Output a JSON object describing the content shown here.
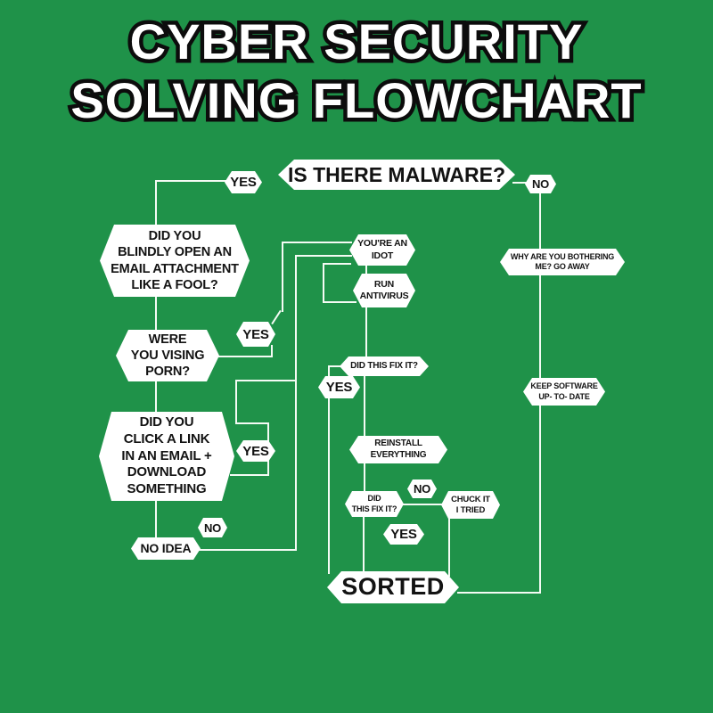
{
  "colors": {
    "background": "#1f9249",
    "line": "#f4fbf4",
    "node_fill": "#ffffff",
    "node_text": "#131313",
    "title_fill": "#ffffff",
    "title_outline": "#0c0c0c"
  },
  "title": {
    "line1": "CYBER SECURITY",
    "line2": "SOLVING FLOWCHART"
  },
  "flowchart": {
    "nodes": {
      "is_there_malware": "IS THERE MALWARE?",
      "blindly_open": "DID YOU\nBLINDLY OPEN AN\nEMAIL ATTACHMENT\nLIKE A FOOL?",
      "youre_an_idot": "YOU'RE AN\nIDOT",
      "run_antivirus": "RUN\nANTIVIRUS",
      "why_bothering": "WHY ARE YOU BOTHERING\nME? GO AWAY",
      "were_you_vising_porn": "WERE\nYOU VISING\nPORN?",
      "did_this_fix_it_1": "DID THIS FIX IT?",
      "keep_software": "KEEP SOFTWARE\nUP- TO- DATE",
      "click_a_link": "DID YOU\nCLICK A LINK\nIN AN EMAIL +\nDOWNLOAD\nSOMETHING",
      "reinstall_everything": "REINSTALL\nEVERYTHING",
      "did_this_fix_it_2": "DID\nTHIS FIX IT?",
      "chuck_it": "CHUCK IT\nI TRIED",
      "no_idea": "NO IDEA",
      "sorted": "SORTED"
    },
    "labels": {
      "yes_malware": "YES",
      "no_malware": "NO",
      "yes_porn": "YES",
      "yes_fix1": "YES",
      "yes_click": "YES",
      "no_fix2": "NO",
      "yes_fix2": "YES",
      "no_click": "NO"
    }
  }
}
